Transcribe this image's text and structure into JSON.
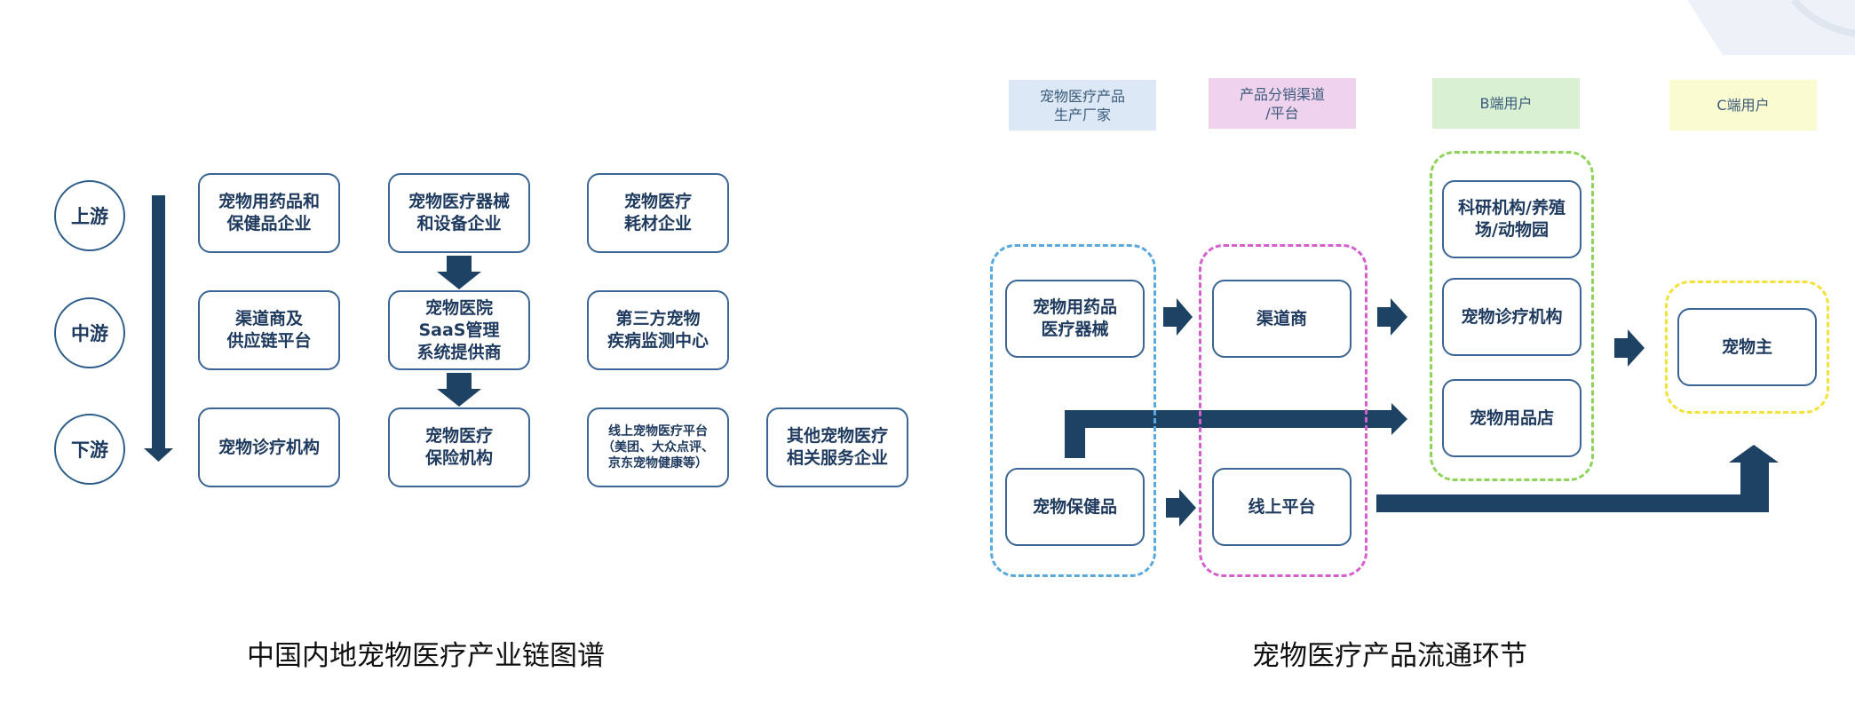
{
  "left_diagram": {
    "stages": [
      "上游",
      "中游",
      "下游"
    ],
    "nodes": {
      "upstream_1": "宠物用药品和\n保健品企业",
      "upstream_2": "宠物医疗器械\n和设备企业",
      "upstream_3": "宠物医疗\n耗材企业",
      "midstream_1": "渠道商及\n供应链平台",
      "midstream_2": "宠物医院\nSaaS管理\n系统提供商",
      "midstream_3": "第三方宠物\n疾病监测中心",
      "downstream_1": "宠物诊疗机构",
      "downstream_2": "宠物医疗\n保险机构",
      "downstream_3": "线上宠物医疗平台\n（美团、大众点评、\n京东宠物健康等）",
      "downstream_4": "其他宠物医疗\n相关服务企业"
    },
    "caption": "中国内地宠物医疗产业链图谱"
  },
  "right_diagram": {
    "headers": {
      "manufacturer": "宠物医疗产品\n生产厂家",
      "distribution": "产品分销渠道\n/平台",
      "b_user": "B端用户",
      "c_user": "C端用户"
    },
    "nodes": {
      "drugs_devices": "宠物用药品\n医疗器械",
      "health_products": "宠物保健品",
      "dealer": "渠道商",
      "online_platform": "线上平台",
      "research": "科研机构/养殖\n场/动物园",
      "clinic": "宠物诊疗机构",
      "pet_store": "宠物用品店",
      "pet_owner": "宠物主"
    },
    "colors": {
      "header_manufacturer": "#dce8f5",
      "header_distribution": "#efd3ee",
      "header_b_user": "#d9f1d2",
      "header_c_user": "#fafbd0",
      "group_manufacturer": "#5aa9dc",
      "group_distribution": "#d65fd0",
      "group_b_user": "#8fd45a",
      "group_c_user": "#f2e23a",
      "arrow": "#1e4264"
    },
    "caption": "宠物医疗产品流通环节"
  }
}
